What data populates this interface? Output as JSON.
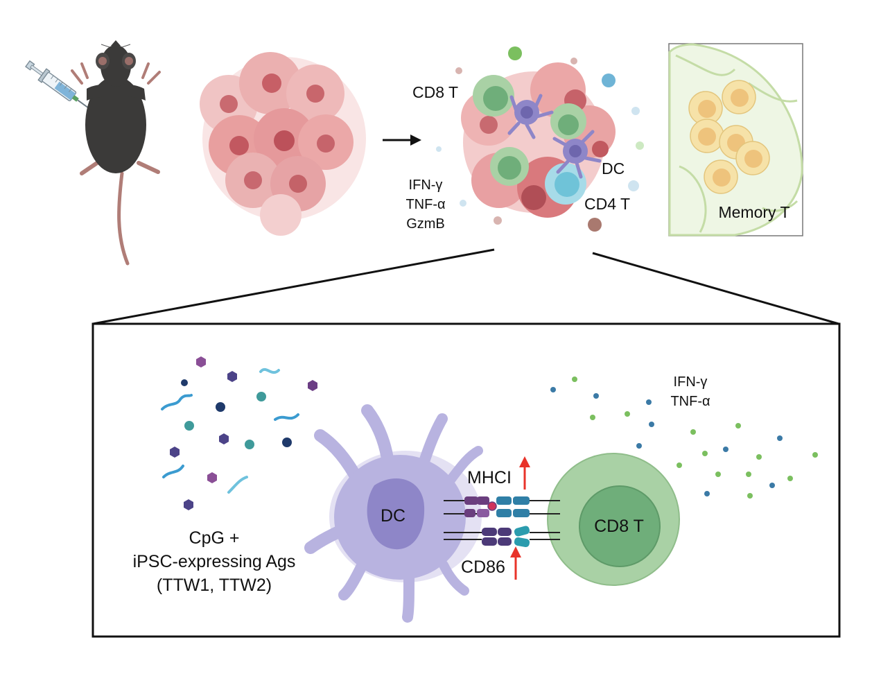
{
  "colors": {
    "tumor_light": "#f2b8b8",
    "tumor_mid": "#e48d8d",
    "tumor_nucleus": "#c95b63",
    "dc_body": "#b8b3e0",
    "dc_nucleus": "#8e86c8",
    "cd8_outer": "#a9d1a5",
    "cd8_inner": "#6fae7a",
    "cd4_outer": "#a7dbe8",
    "cd4_inner": "#6fc3d8",
    "memory_outer": "#f6e2a8",
    "memory_inner": "#eec37c",
    "lymph_bg": "#eef6e4",
    "lymph_line": "#c4dca6",
    "mouse": "#3b3a39",
    "mouse_skin": "#b07d77",
    "up_arrow": "#e8332a",
    "receptor_purple": "#6a3e7e",
    "receptor_blue": "#2f7fa6",
    "receptor_teal": "#2b9cae",
    "dot_green": "#7bbf5f",
    "dot_blue": "#3b7aa6"
  },
  "icons": [
    "syringe-icon",
    "mouse-icon",
    "tumor-cluster-icon",
    "arrow-right-icon",
    "dendritic-cell-icon",
    "t-cell-icon",
    "lymph-node-icon",
    "up-arrow-icon"
  ],
  "top": {
    "infiltrate": {
      "cd8_label": "CD8 T",
      "dc_label": "DC",
      "cd4_label": "CD4 T",
      "cytokines": [
        "IFN-γ",
        "TNF-α",
        "GzmB"
      ]
    },
    "memory_label": "Memory T"
  },
  "zoom": {
    "antigen_caption": [
      "CpG +",
      "iPSC-expressing Ags",
      "(TTW1, TTW2)"
    ],
    "dc_label": "DC",
    "tcell_label": "CD8 T",
    "mhc_label": "MHCI",
    "cd86_label": "CD86",
    "cytokines": [
      "IFN-γ",
      "TNF-α"
    ]
  }
}
